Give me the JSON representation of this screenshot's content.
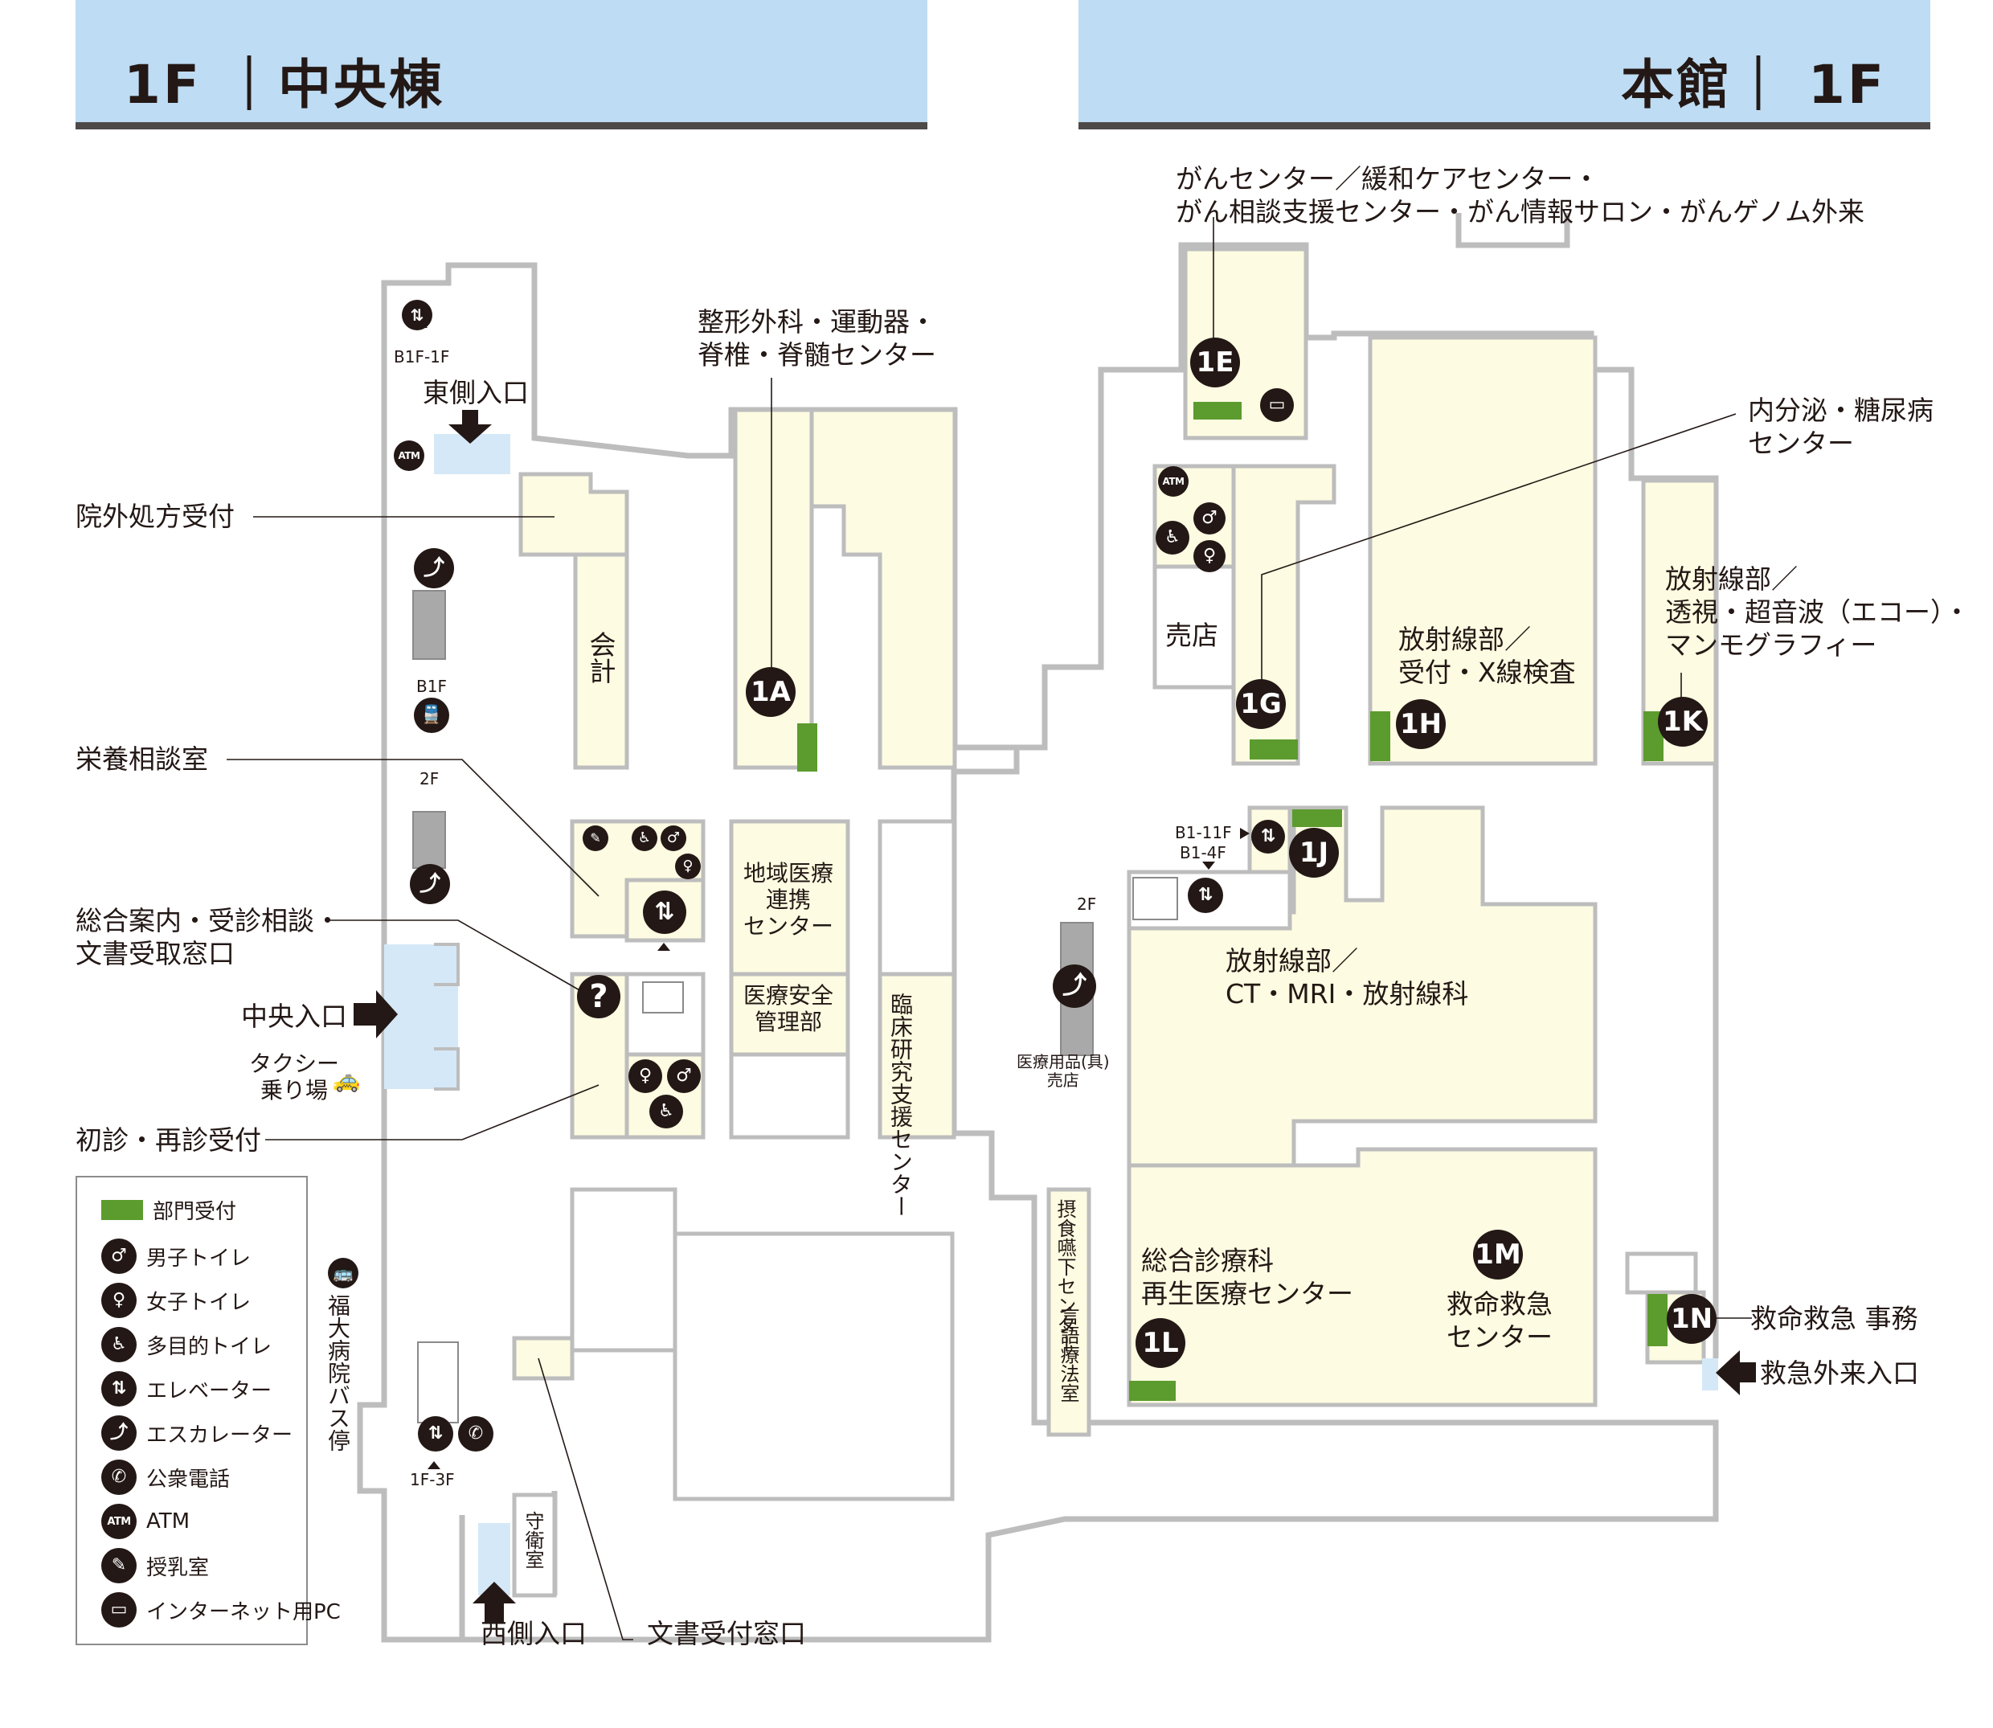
{
  "headers": {
    "left": "1F ｜中央棟",
    "right": "本館｜ 1F"
  },
  "colors": {
    "header_bg": "#bedcf3",
    "room_fill": "#fdfbe1",
    "reception_green": "#5c9b2e",
    "wall": "#bdbdbd",
    "entrance_blue": "#d5e8f7",
    "ink": "#231815"
  },
  "labels": {
    "cancer_center_1": "がんセンター／緩和ケアセンター・",
    "cancer_center_2": "がん相談支援センター・がん情報サロン・がんゲノム外来",
    "ortho_1": "整形外科・運動器・",
    "ortho_2": "脊椎・脊髄センター",
    "east_entrance": "東側入口",
    "outside_prescription": "院外処方受付",
    "nutrition": "栄養相談室",
    "general_info_1": "総合案内・受診相談・",
    "general_info_2": "文書受取窓口",
    "central_entrance": "中央入口",
    "taxi_1": "タクシー",
    "taxi_2": "乗り場",
    "first_visit": "初診・再診受付",
    "west_entrance": "西側入口",
    "document_desk": "文書受付窓口",
    "accounting": "会計",
    "regional_1": "地域医療",
    "regional_2": "連携",
    "regional_3": "センター",
    "safety_1": "医療安全",
    "safety_2": "管理部",
    "clinical_research": "臨床研究支援センター",
    "medical_supplies_1": "医療用品(具)",
    "medical_supplies_2": "売店",
    "dysphagia": "摂食嚥下センター",
    "speech_therapy": "言語療法室",
    "guard_room": "守衛室",
    "bus_stop": "福大病院バス停",
    "shop": "売店",
    "endocrine_1": "内分泌・糖尿病",
    "endocrine_2": "センター",
    "radiology_xray_1": "放射線部／",
    "radiology_xray_2": "受付・X線検査",
    "radiology_us_1": "放射線部／",
    "radiology_us_2": "透視・超音波（エコー）・",
    "radiology_us_3": "マンモグラフィー",
    "radiology_ct_1": "放射線部／",
    "radiology_ct_2": "CT・MRI・放射線科",
    "general_med_1": "総合診療科",
    "general_med_2": "再生医療センター",
    "emergency_1": "救命救急",
    "emergency_2": "センター",
    "emergency_office": "救命救急 事務",
    "emergency_entrance": "救急外来入口",
    "elev_b1f_1f": "B1F-1F",
    "esc_b1f": "B1F",
    "esc_2f_left": "2F",
    "esc_2f_right": "2F",
    "elev_1f_3f": "1F-3F",
    "elev_b1_11f": "B1-11F",
    "elev_b1_4f": "B1-4F"
  },
  "badges": {
    "b1a": "1A",
    "b1e": "1E",
    "b1g": "1G",
    "b1h": "1H",
    "b1k": "1K",
    "b1j": "1J",
    "b1l": "1L",
    "b1m": "1M",
    "b1n": "1N"
  },
  "icon_text": {
    "atm": "ATM",
    "info": "?"
  },
  "legend": {
    "reception": "部門受付",
    "male_toilet": "男子トイレ",
    "female_toilet": "女子トイレ",
    "accessible_toilet": "多目的トイレ",
    "elevator": "エレベーター",
    "escalator": "エスカレーター",
    "payphone": "公衆電話",
    "atm": "ATM",
    "nursing_room": "授乳室",
    "internet_pc": "インターネット用PC"
  }
}
